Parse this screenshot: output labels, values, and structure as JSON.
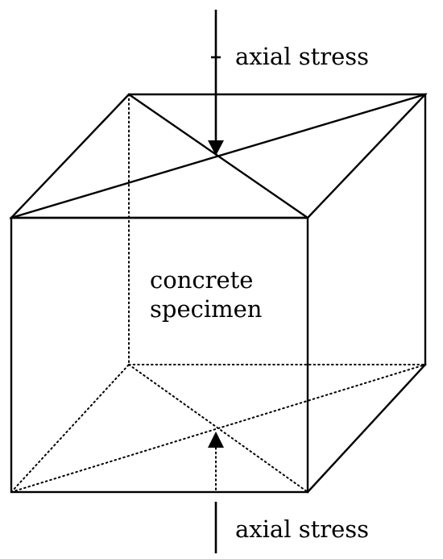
{
  "labels": {
    "top_stress": "axial stress",
    "bottom_stress": "axial stress",
    "specimen_line1": "concrete",
    "specimen_line2": "specimen"
  },
  "colors": {
    "line": "#000000",
    "background": "#ffffff"
  }
}
